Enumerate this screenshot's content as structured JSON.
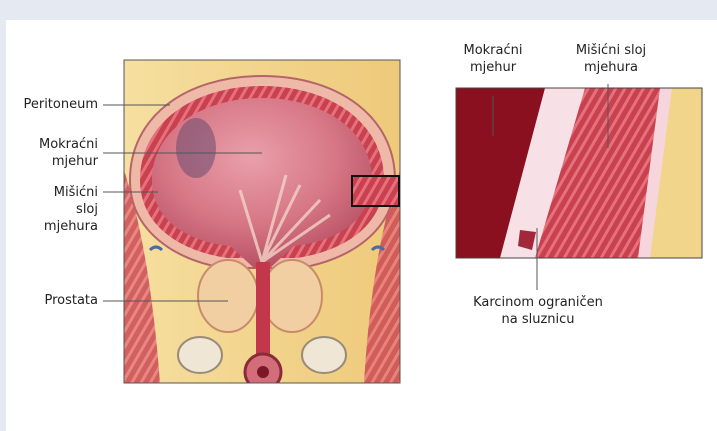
{
  "labels": {
    "peritoneum": "Peritoneum",
    "bladder_left": [
      "Mokraćni",
      "mjehur"
    ],
    "muscle_left": [
      "Mišićni",
      "sloj",
      "mjehura"
    ],
    "prostate": "Prostata",
    "bladder_right": [
      "Mokraćni",
      "mjehur"
    ],
    "muscle_right": [
      "Mišićni sloj",
      "mjehura"
    ],
    "carcinoma": [
      "Karcinom ograničen",
      "na sluznicu"
    ]
  },
  "colors": {
    "page_background": "#e4e9f2",
    "panel": "#ffffff",
    "tissue_pink": "#d9788a",
    "muscle_red": "#c43a4a",
    "dark_red": "#8a1020",
    "fat_yellow": "#f1d58a",
    "bone": "#efe6d6"
  }
}
